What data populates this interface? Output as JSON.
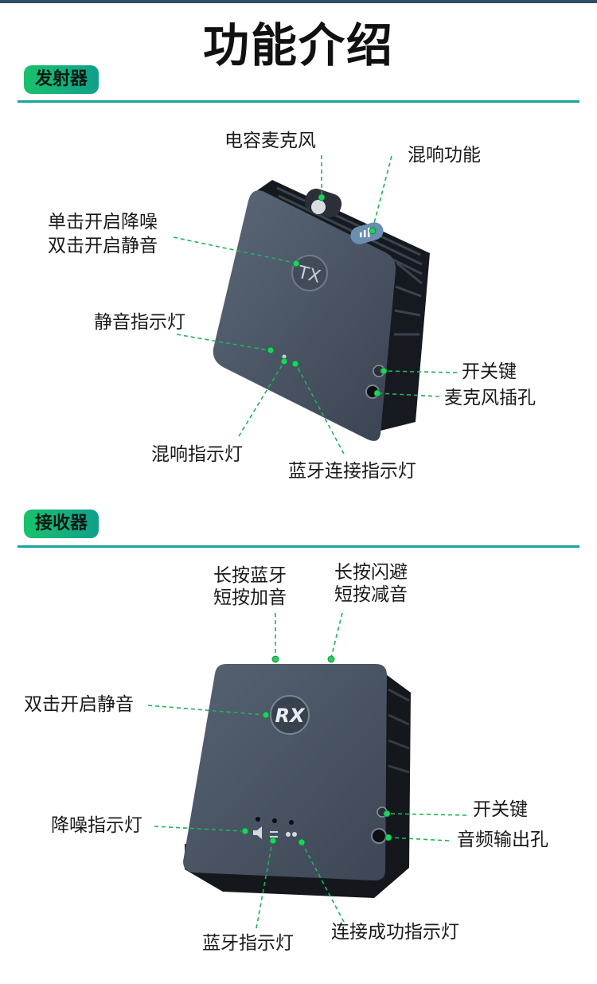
{
  "page": {
    "title": "功能介绍"
  },
  "transmitter": {
    "section_label": "发射器",
    "device_logo": "TX",
    "labels": {
      "mic": "电容麦克风",
      "reverb": "混响功能",
      "click_line1": "单击开启降噪",
      "click_line2": "双击开启静音",
      "mute_led": "静音指示灯",
      "power": "开关键",
      "mic_jack": "麦克风插孔",
      "reverb_led": "混响指示灯",
      "bt_led": "蓝牙连接指示灯"
    }
  },
  "receiver": {
    "section_label": "接收器",
    "device_logo": "RX",
    "labels": {
      "bt_btn_line1": "长按蓝牙",
      "bt_btn_line2": "短按加音",
      "flash_line1": "长按闪避",
      "flash_line2": "短按减音",
      "double_click": "双击开启静音",
      "power": "开关键",
      "nr_led": "降噪指示灯",
      "audio_out": "音频输出孔",
      "bt_led": "蓝牙指示灯",
      "conn_led": "连接成功指示灯"
    }
  },
  "colors": {
    "accent": "#19c26b",
    "rule": "#1aa3a0",
    "device_body": "#4a5566"
  }
}
